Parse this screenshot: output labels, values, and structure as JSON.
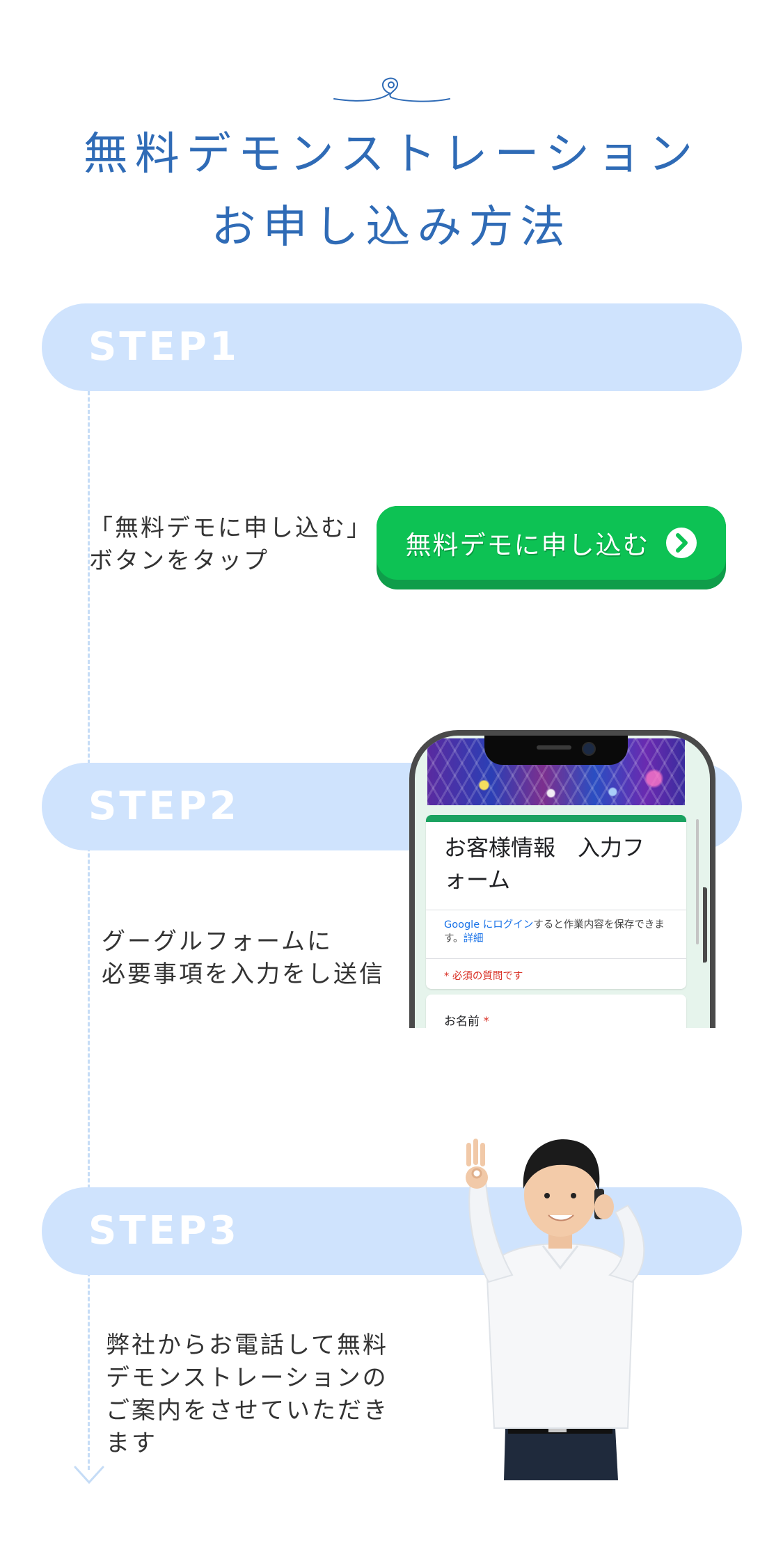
{
  "header": {
    "title_line1": "無料デモンストレーション",
    "title_line2": "お申し込み方法"
  },
  "colors": {
    "title": "#2f6bb6",
    "step_pill": "#cfe3fd",
    "cta_green": "#0dc254",
    "timeline": "#c5dcf6"
  },
  "steps": [
    {
      "label": "STEP1",
      "description": "「無料デモに申し込む」\nボタンをタップ"
    },
    {
      "label": "STEP2",
      "description": "グーグルフォームに\n必要事項を入力をし送信"
    },
    {
      "label": "STEP3",
      "description": "弊社からお電話して無料\nデモンストレーションの\nご案内をさせていただき\nます"
    }
  ],
  "cta": {
    "label": "無料デモに申し込む",
    "icon": "chevron-right-circle-icon"
  },
  "phone_form": {
    "title": "お客様情報　入力フ\nォーム",
    "login_link": "Google にログイン",
    "login_text": "すると作業内容を保存できます。",
    "details_link": "詳細",
    "required_note": "* 必須の質問です",
    "field_label": "お名前",
    "required_mark": "*"
  }
}
